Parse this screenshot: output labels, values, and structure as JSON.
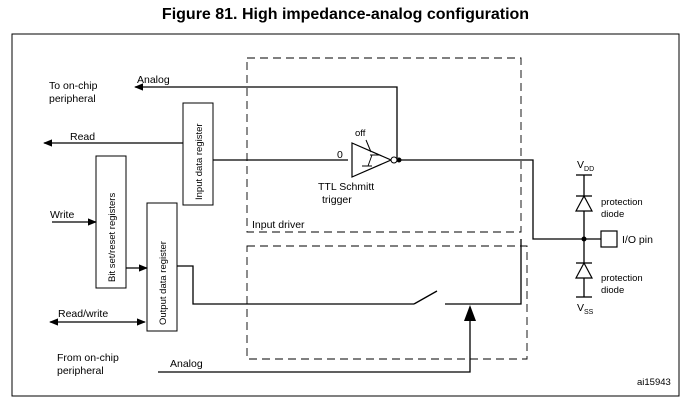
{
  "title": "Figure 81. High impedance-analog configuration",
  "labels": {
    "analog_top": "Analog",
    "to_onchip_line1": "To on-chip",
    "to_onchip_line2": "peripheral",
    "read": "Read",
    "write": "Write",
    "read_write": "Read/write",
    "from_onchip_line1": "From on-chip",
    "from_onchip_line2": "peripheral",
    "analog_bottom": "Analog",
    "input_data_register": "Input data register",
    "bit_set_reset_registers": "Bit set/reset registers",
    "output_data_register": "Output data register",
    "off": "off",
    "zero": "0",
    "ttl_line1": "TTL Schmitt",
    "ttl_line2": "trigger",
    "input_driver": "Input driver",
    "vdd": "V",
    "vdd_sub": "DD",
    "vss": "V",
    "vss_sub": "SS",
    "protection_diode_top_1": "protection",
    "protection_diode_top_2": "diode",
    "protection_diode_bottom_1": "protection",
    "protection_diode_bottom_2": "diode",
    "io_pin": "I/O pin",
    "ref_code": "ai15943"
  }
}
